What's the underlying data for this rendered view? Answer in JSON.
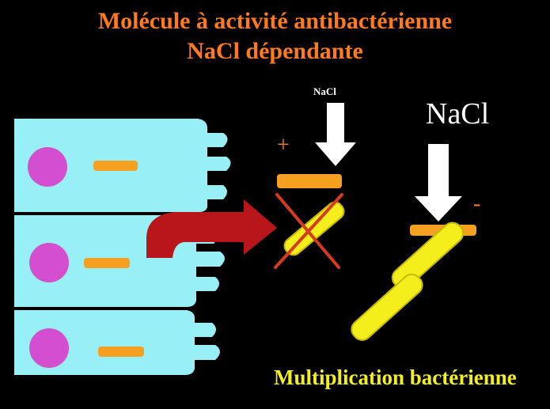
{
  "title": {
    "line1": "Molécule à activité antibactérienne",
    "line2": "NaCl dépendante"
  },
  "labels": {
    "nacl_small": "NaCl",
    "nacl_large": "NaCl",
    "plus": "+",
    "minus": "-",
    "caption": "Multiplication bactérienne"
  },
  "colors": {
    "background": "#000000",
    "title_text": "#ff7a1a",
    "cell": "#98f0f6",
    "nucleus": "#d44fd0",
    "molecule": "#f5a020",
    "bacterium": "#f4ee1c",
    "transfer_arrow": "#b8161a",
    "cross": "#d83a1e",
    "nacl_arrow": "#ffffff",
    "caption_text": "#f4ee1c"
  }
}
